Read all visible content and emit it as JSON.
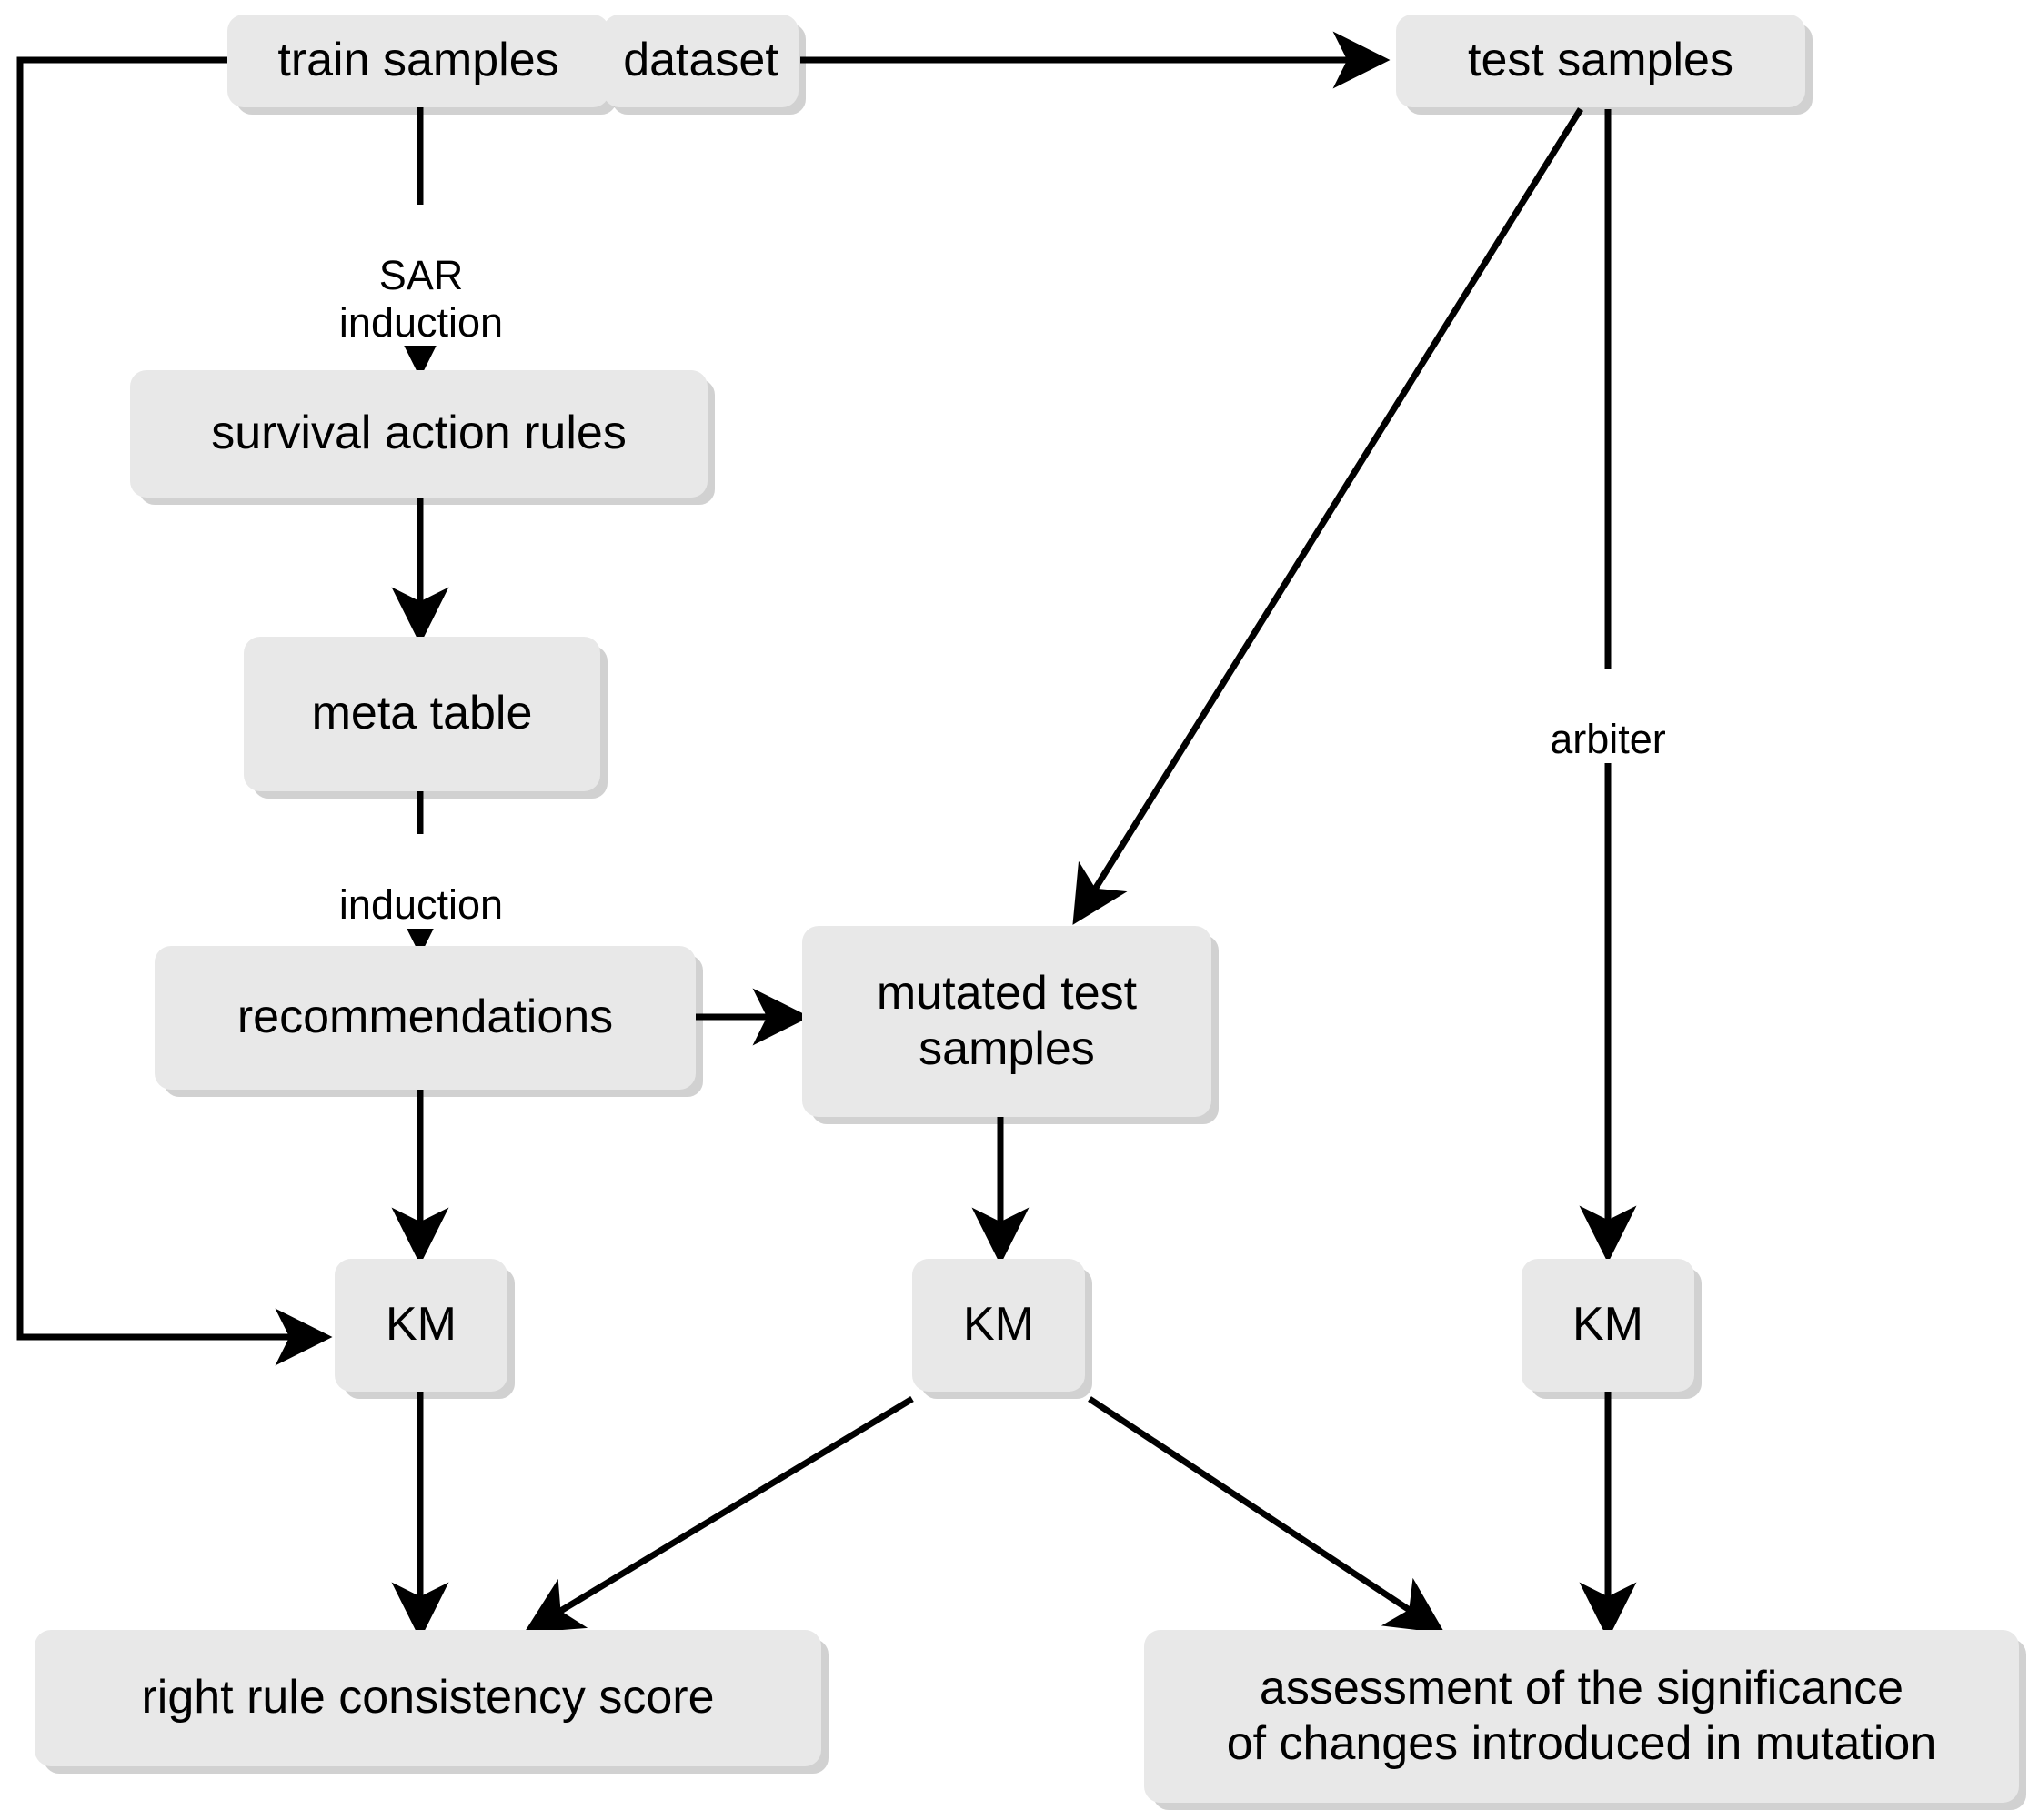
{
  "diagram": {
    "title": "survival action rules evaluation workflow",
    "background_color": "#ffffff",
    "node_fill_color": "#e8e8e8",
    "node_shadow_color": "#c6c6c6",
    "edge_color": "#000000",
    "text_color": "#000000"
  },
  "nodes": [
    {
      "id": "train-samples",
      "label": "train samples"
    },
    {
      "id": "dataset",
      "label": "dataset"
    },
    {
      "id": "test-samples",
      "label": "test samples"
    },
    {
      "id": "survival-action-rules",
      "label": "survival action rules"
    },
    {
      "id": "meta-table",
      "label": "meta table"
    },
    {
      "id": "recommendations",
      "label": "recommendations"
    },
    {
      "id": "mutated-test-samples",
      "label": "mutated test\nsamples"
    },
    {
      "id": "km-left",
      "label": "KM"
    },
    {
      "id": "km-middle",
      "label": "KM"
    },
    {
      "id": "km-right",
      "label": "KM"
    },
    {
      "id": "right-rule-consistency-score",
      "label": "right rule consistency score"
    },
    {
      "id": "assessment-of-significance",
      "label": "assessment of the significance\nof changes introduced in mutation"
    }
  ],
  "edge_labels": [
    {
      "id": "sar-induction",
      "label": "SAR\ninduction"
    },
    {
      "id": "induction",
      "label": "induction"
    },
    {
      "id": "arbiter",
      "label": "arbiter"
    }
  ],
  "edges": [
    {
      "from": "dataset",
      "to": "train-samples",
      "label": ""
    },
    {
      "from": "dataset",
      "to": "test-samples",
      "label": ""
    },
    {
      "from": "train-samples",
      "to": "survival-action-rules",
      "label": "SAR induction"
    },
    {
      "from": "survival-action-rules",
      "to": "meta-table",
      "label": ""
    },
    {
      "from": "meta-table",
      "to": "recommendations",
      "label": "induction"
    },
    {
      "from": "recommendations",
      "to": "mutated-test-samples",
      "label": ""
    },
    {
      "from": "recommendations",
      "to": "km-left",
      "label": ""
    },
    {
      "from": "train-samples",
      "to": "km-left",
      "label": ""
    },
    {
      "from": "test-samples",
      "to": "mutated-test-samples",
      "label": ""
    },
    {
      "from": "test-samples",
      "to": "km-right",
      "label": "arbiter"
    },
    {
      "from": "mutated-test-samples",
      "to": "km-middle",
      "label": ""
    },
    {
      "from": "km-left",
      "to": "right-rule-consistency-score",
      "label": ""
    },
    {
      "from": "km-middle",
      "to": "right-rule-consistency-score",
      "label": ""
    },
    {
      "from": "km-middle",
      "to": "assessment-of-significance",
      "label": ""
    },
    {
      "from": "km-right",
      "to": "assessment-of-significance",
      "label": ""
    }
  ]
}
